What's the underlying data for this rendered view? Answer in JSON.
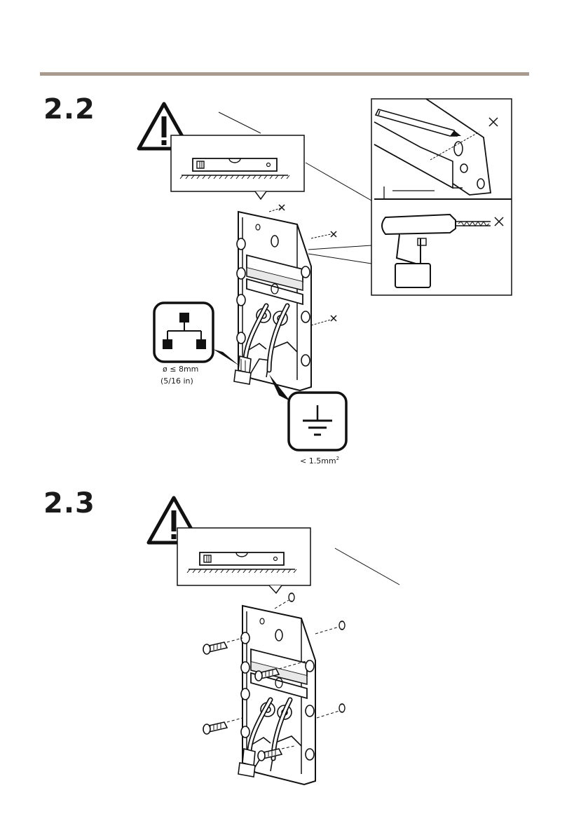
{
  "page": {
    "accent_rule_color": "#a89a8c"
  },
  "step_2_2": {
    "number": "2.2",
    "cable_diameter_label": "ø ≤ 8mm",
    "cable_diameter_inch_label": "(5/16 in)",
    "ground_wire_label": "< 1.5mm",
    "ground_wire_superscript": "2",
    "icons": [
      "warning-icon",
      "spirit-level-icon",
      "network-icon",
      "ground-icon",
      "pencil-icon",
      "drill-icon"
    ]
  },
  "step_2_3": {
    "number": "2.3",
    "icons": [
      "warning-icon",
      "spirit-level-icon",
      "screw-icon",
      "wall-plug-icon"
    ]
  }
}
